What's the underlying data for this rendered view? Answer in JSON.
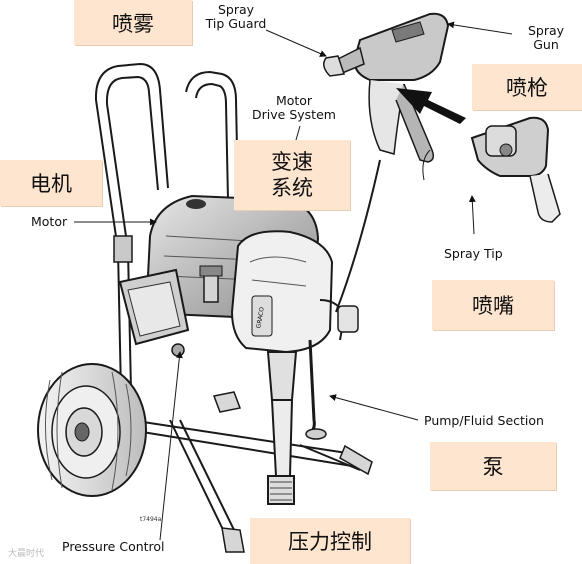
{
  "labels_en": {
    "spray_tip_guard": [
      "Spray",
      "Tip Guard"
    ],
    "spray_gun": [
      "Spray",
      "Gun"
    ],
    "motor_drive_system": [
      "Motor",
      "Drive System"
    ],
    "motor": "Motor",
    "spray_tip": "Spray Tip",
    "pump_fluid_section": "Pump/Fluid Section",
    "pressure_control": "Pressure Control"
  },
  "labels_zh": {
    "spray": "喷雾",
    "spray_gun": "喷枪",
    "motor": "电机",
    "variable_speed_system": [
      "变速",
      "系统"
    ],
    "nozzle": "喷嘴",
    "pump": "泵",
    "pressure_control": "压力控制"
  },
  "figure_ref": "t7494a",
  "watermark": "大晨时代",
  "colors": {
    "label_box": "#fde5cf",
    "line": "#1a1a1a",
    "shade": "#9a9a9a",
    "arrow": "#111111"
  }
}
